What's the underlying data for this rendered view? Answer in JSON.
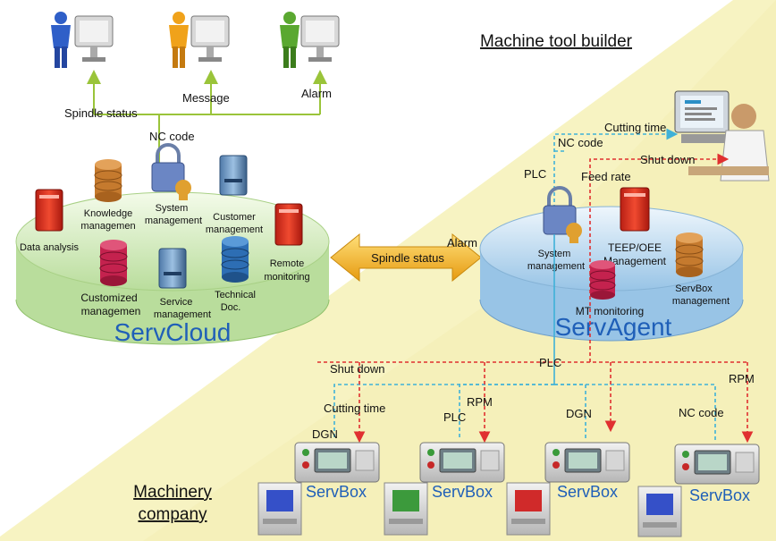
{
  "regions": {
    "builder": "Machine tool builder",
    "company_line1": "Machinery",
    "company_line2": "company"
  },
  "users": [
    "Spindle status",
    "Message",
    "Alarm"
  ],
  "top_links": {
    "nc_code": "NC code"
  },
  "servcloud": {
    "title": "ServCloud",
    "modules": {
      "data_analysis": "Data analysis",
      "knowledge_1": "Knowledge",
      "knowledge_2": "managemen",
      "system_1": "System",
      "system_2": "management",
      "customer_1": "Customer",
      "customer_2": "management",
      "remote_1": "Remote",
      "remote_2": "monitoring",
      "customized_1": "Customized",
      "customized_2": "managemen",
      "service_1": "Service",
      "service_2": "management",
      "technical_1": "Technical",
      "technical_2": "Doc."
    }
  },
  "link": {
    "arrow_label": "Spindle status",
    "alarm_label": "Alarm"
  },
  "servagent": {
    "title": "ServAgent",
    "modules": {
      "plc": "PLC",
      "system_1": "System",
      "system_2": "management",
      "feed_rate": "Feed rate",
      "teep_1": "TEEP/OEE",
      "teep_2": "Management",
      "mt_monitoring": "MT monitoring",
      "servbox_1": "ServBox",
      "servbox_2": "management"
    }
  },
  "operator_links": {
    "cutting_time": "Cutting time",
    "nc_code": "NC code",
    "shut_down": "Shut down"
  },
  "bus": {
    "plc": "PLC",
    "shut_down": "Shut down",
    "rpm_right": "RPM",
    "cutting_time": "Cutting time",
    "rpm": "RPM",
    "plc_2": "PLC",
    "dgn_1": "DGN",
    "dgn_2": "DGN",
    "nc_code": "NC code"
  },
  "servboxes": [
    "ServBox",
    "ServBox",
    "ServBox",
    "ServBox"
  ],
  "colors": {
    "yellow_region": "#f7f3c2",
    "cloud_green": "#d9efc4",
    "agent_blue": "#c9dff0",
    "title_blue": "#1f5fb8",
    "line_green": "#9ac43a",
    "dash_blue": "#3fb1d8",
    "dash_red": "#e03030",
    "arrow_gold": "#f2b21e"
  },
  "icons": [
    "user-icon",
    "monitor-icon",
    "lock-icon",
    "database-icon",
    "server-icon",
    "operator-icon",
    "servbox-device-icon",
    "machine-tool-icon"
  ]
}
